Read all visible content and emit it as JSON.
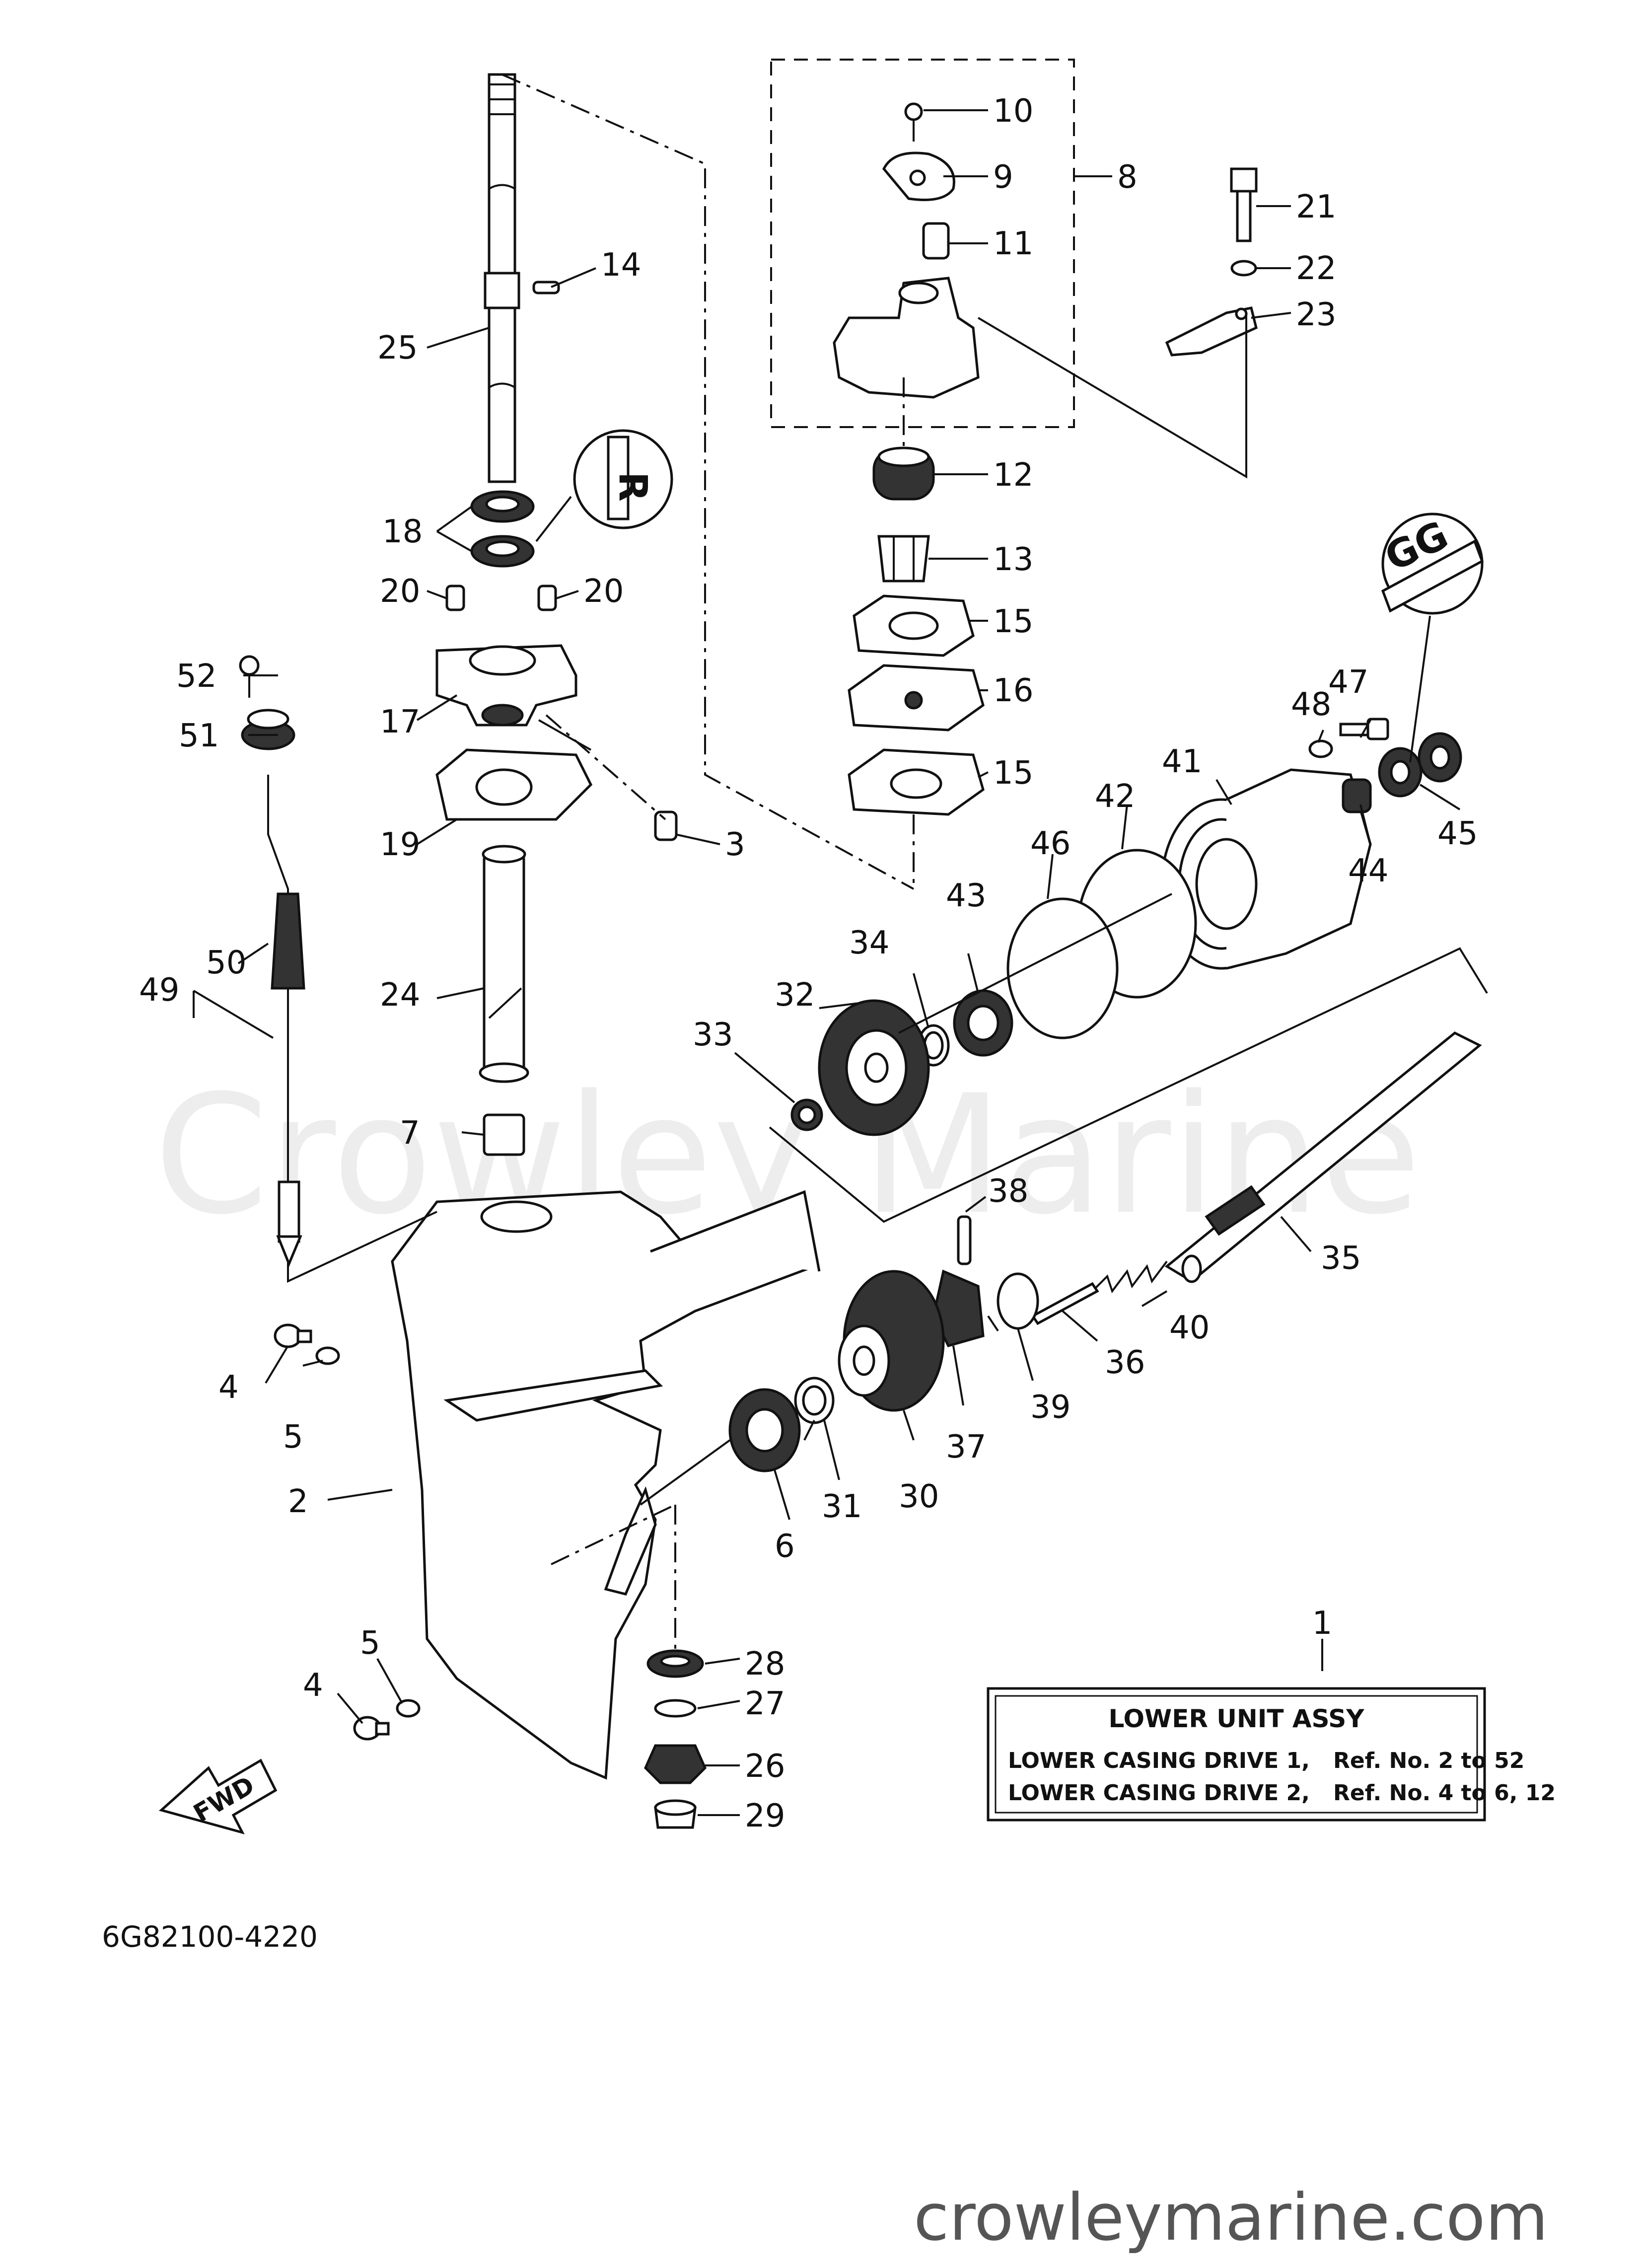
{
  "watermark": "Crowley Marine",
  "website": "crowleymarine.com",
  "drawing_code": "6G82100-4220",
  "direction_label": "FWD",
  "lubricant_badges": {
    "R": "R",
    "GG": "GG"
  },
  "legend": {
    "ref": "1",
    "title": "LOWER  UNIT ASSY",
    "rows": [
      {
        "name": "LOWER CASING DRIVE 1,",
        "refs": "Ref. No. 2 to 52"
      },
      {
        "name": "LOWER CASING DRIVE 2,",
        "refs": "Ref. No. 4 to 6, 12"
      }
    ]
  },
  "callouts": [
    "10",
    "9",
    "8",
    "11",
    "21",
    "22",
    "23",
    "14",
    "25",
    "12",
    "13",
    "15",
    "16",
    "15",
    "18",
    "20",
    "20",
    "17",
    "19",
    "3",
    "52",
    "51",
    "47",
    "48",
    "41",
    "45",
    "42",
    "44",
    "46",
    "43",
    "34",
    "32",
    "50",
    "49",
    "24",
    "33",
    "7",
    "38",
    "35",
    "40",
    "36",
    "4",
    "5",
    "39",
    "37",
    "30",
    "2",
    "31",
    "6",
    "5",
    "4",
    "28",
    "27",
    "26",
    "29"
  ]
}
